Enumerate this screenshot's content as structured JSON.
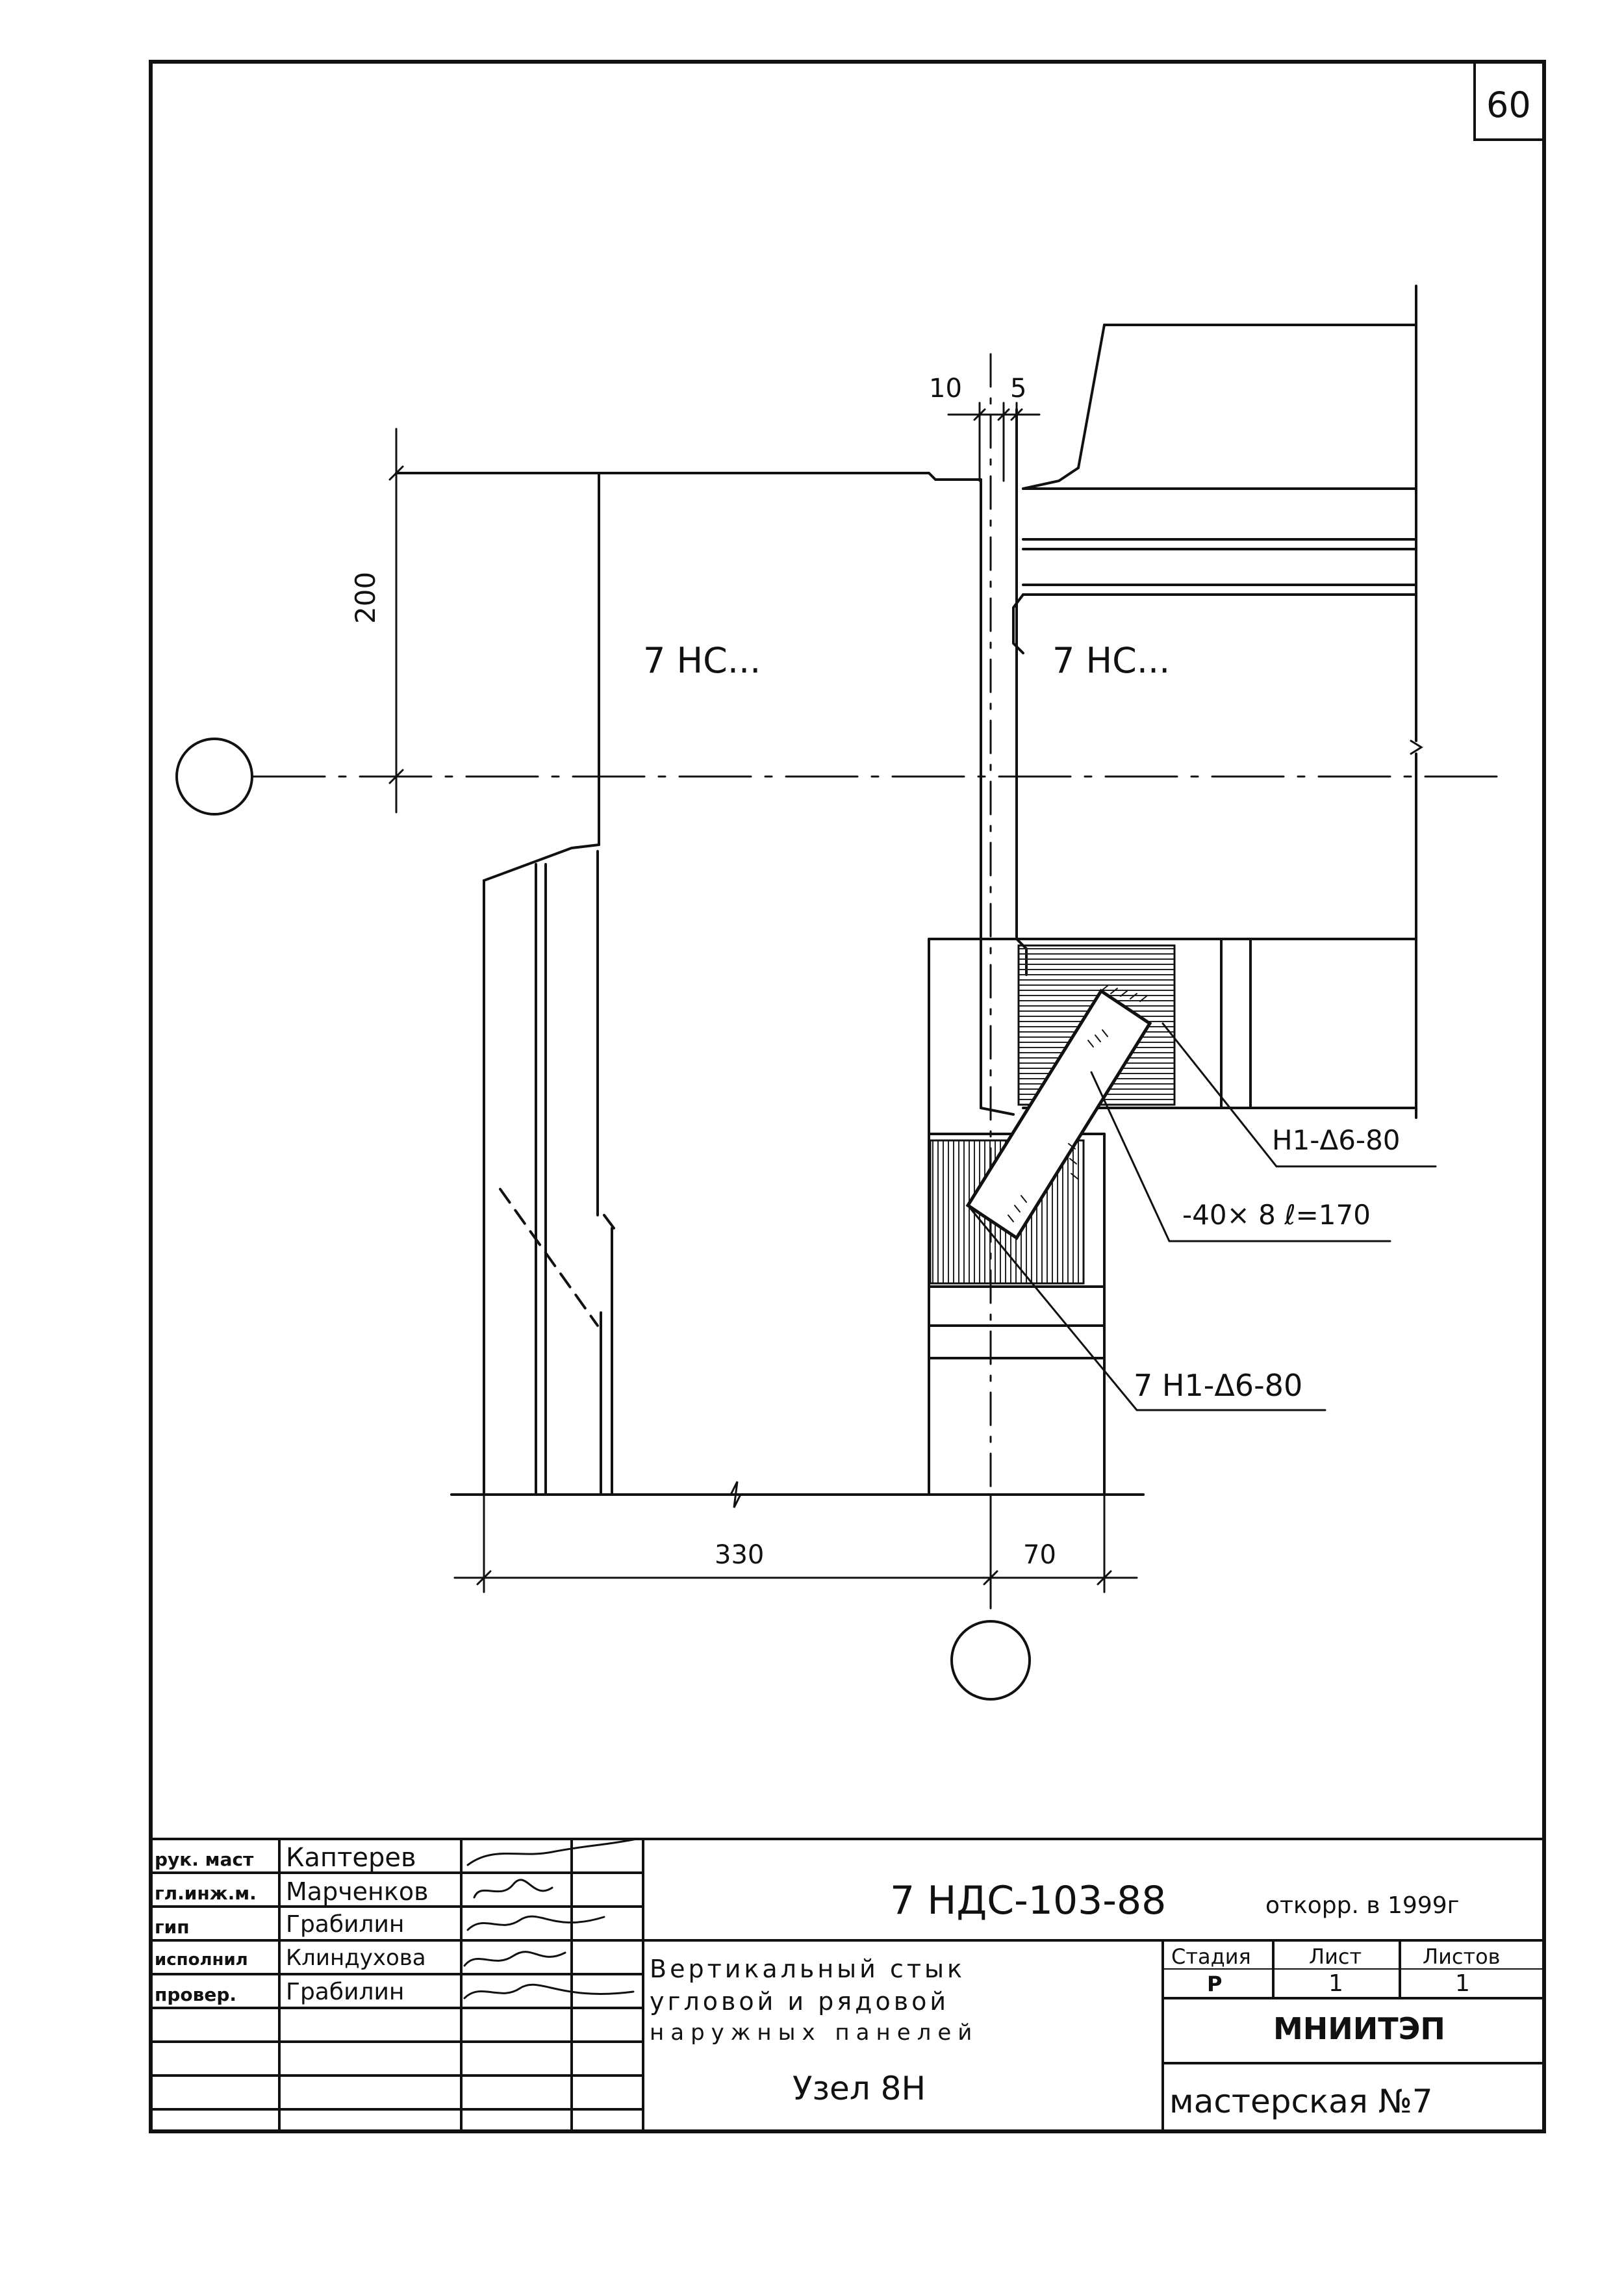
{
  "sheet": {
    "page_number": "60"
  },
  "drawing": {
    "panel_label_left": "7 НС...",
    "panel_label_right": "7 НС...",
    "dim_top_left": "10",
    "dim_top_right": "5",
    "dim_vertical": "200",
    "dim_bottom_left": "330",
    "dim_bottom_right": "70",
    "callout_1": "Н1-Δ6-80",
    "callout_2": "-40× 8 ℓ=170",
    "callout_3": "7 Н1-Δ6-80"
  },
  "title_block": {
    "roles": [
      {
        "role": "рук. маст",
        "name": "Каптерев"
      },
      {
        "role": "гл.инж.м.",
        "name": "Марченков"
      },
      {
        "role": "гип",
        "name": "Грабилин"
      },
      {
        "role": "исполнил",
        "name": "Клиндухова"
      },
      {
        "role": "провер.",
        "name": "Грабилин"
      }
    ],
    "doc_code": "7 НДС-103-88",
    "correction_note": "откорр. в 1999г",
    "title_line_1": "Вертикальный стык",
    "title_line_2": "угловой и рядовой",
    "title_line_3": "наружных панелей",
    "node_label": "Узел 8Н",
    "stage_header": "Стадия",
    "sheet_header": "Лист",
    "sheets_header": "Листов",
    "stage_value": "Р",
    "sheet_value": "1",
    "sheets_value": "1",
    "organization": "МНИИТЭП",
    "workshop": "мастерская №7"
  }
}
